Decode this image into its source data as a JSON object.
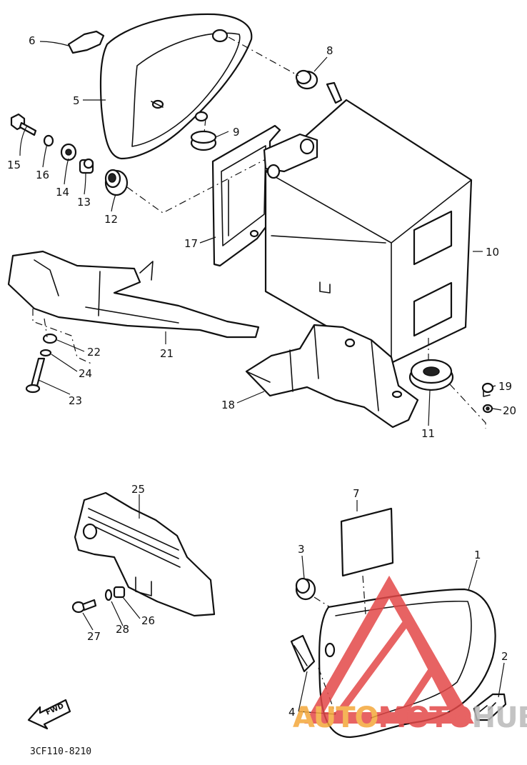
{
  "diagram_code": "3CF110-8210",
  "fwd_label": "FWD",
  "watermark": {
    "part1": "AUTO",
    "part2": "MOTO",
    "part3": "HUB",
    "color_orange": "#f4a83a",
    "color_red": "#e34848",
    "color_grey": "#b9b9b9"
  },
  "callouts": {
    "c1": "1",
    "c2": "2",
    "c3": "3",
    "c4": "4",
    "c5": "5",
    "c6": "6",
    "c7": "7",
    "c8": "8",
    "c9": "9",
    "c10": "10",
    "c11": "11",
    "c12": "12",
    "c13": "13",
    "c14": "14",
    "c15": "15",
    "c16": "16",
    "c17": "17",
    "c18": "18",
    "c19": "19",
    "c20": "20",
    "c21": "21",
    "c22": "22",
    "c23": "23",
    "c24": "24",
    "c25": "25",
    "c26": "26",
    "c27": "27",
    "c28": "28"
  }
}
